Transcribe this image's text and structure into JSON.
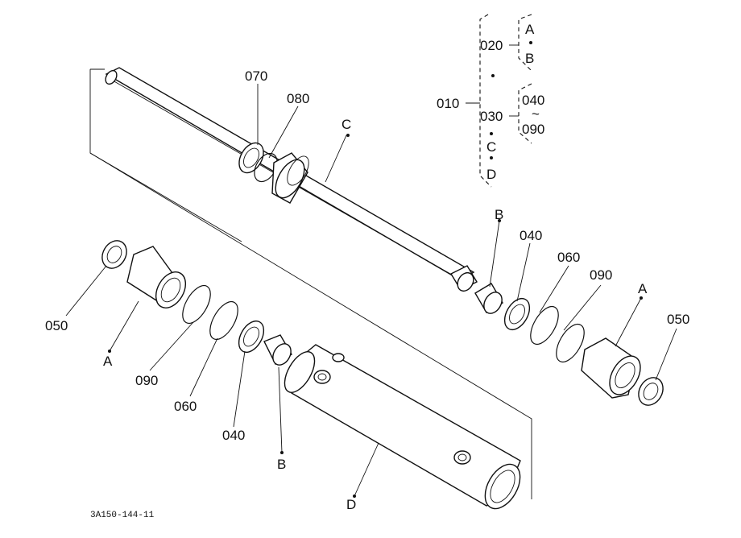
{
  "labels": {
    "l070": "070",
    "l080": "080",
    "lC": "C",
    "l010": "010",
    "l020": "020",
    "l030": "030",
    "t_A": "A",
    "t_B": "B",
    "t_040": "040",
    "t_tilde": "~",
    "t_090": "090",
    "t_C": "C",
    "t_D": "D",
    "rB": "B",
    "r040": "040",
    "r060": "060",
    "r090": "090",
    "rA": "A",
    "r050": "050",
    "l050": "050",
    "lA": "A",
    "l090": "090",
    "l060": "060",
    "l040": "040",
    "lB": "B",
    "lD": "D"
  },
  "footer": {
    "code": "3A150-144-11"
  }
}
